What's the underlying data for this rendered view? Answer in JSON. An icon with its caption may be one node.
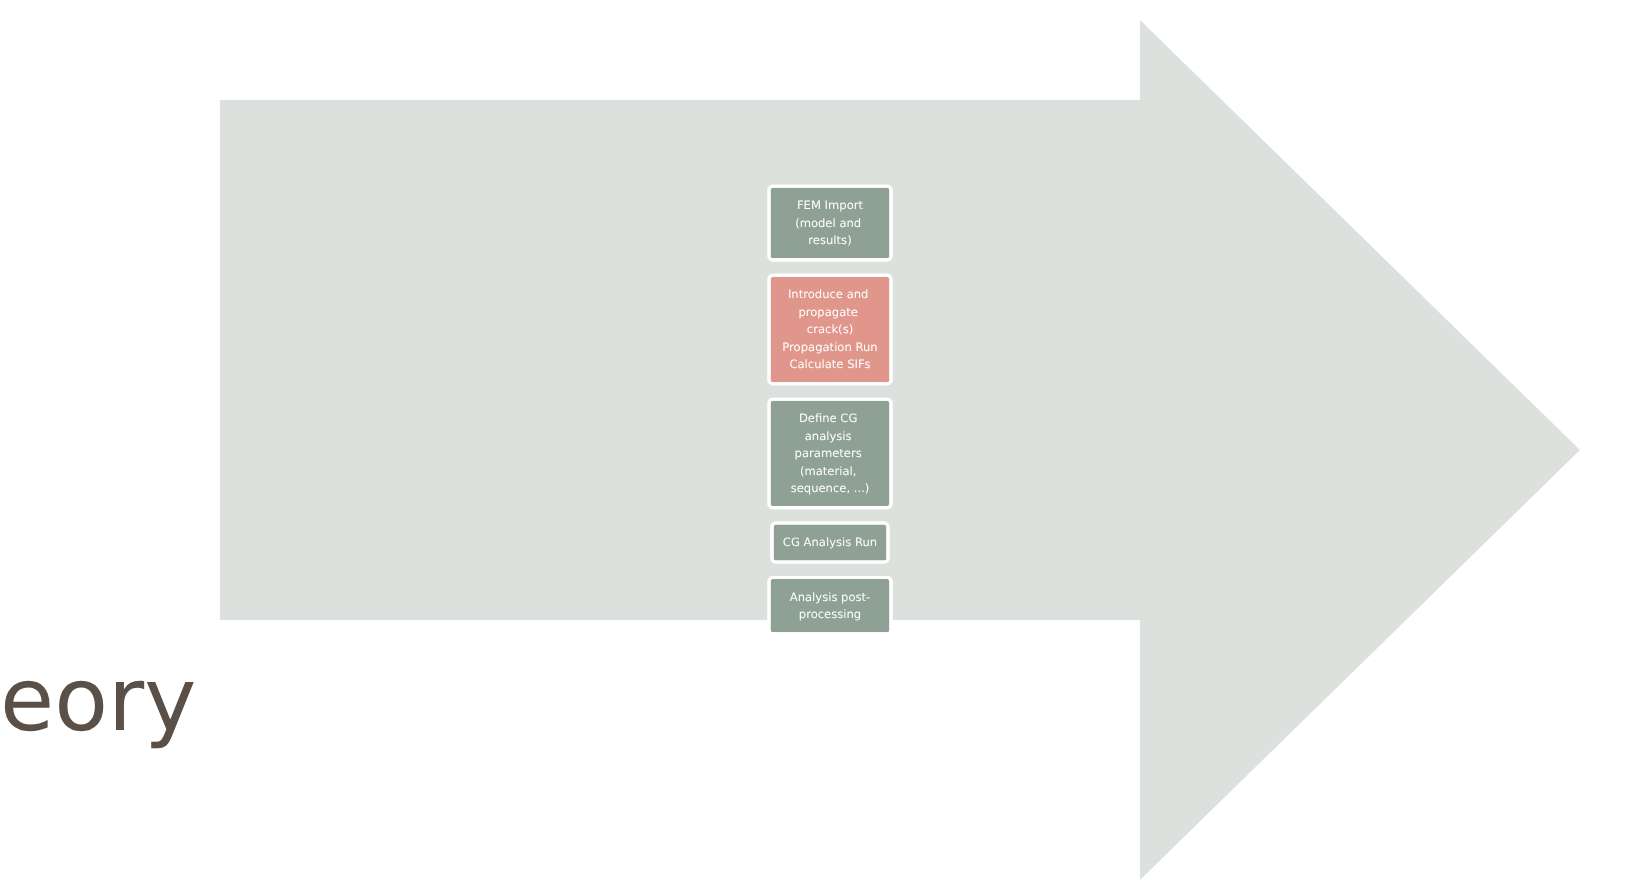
{
  "diagram": {
    "nodes": [
      {
        "text": [
          "FEM Import",
          "(model and results)"
        ]
      },
      {
        "text": [
          "Introduce and propagate crack(s)",
          "Propagation Run",
          "Calculate SIFs"
        ]
      },
      {
        "text": [
          "Define CG analysis parameters (material, sequence, ...)"
        ]
      },
      {
        "text": [
          "CG Analysis Run"
        ]
      },
      {
        "text": [
          "Analysis post-processing"
        ]
      }
    ],
    "labels": [
      "eory"
    ]
  }
}
